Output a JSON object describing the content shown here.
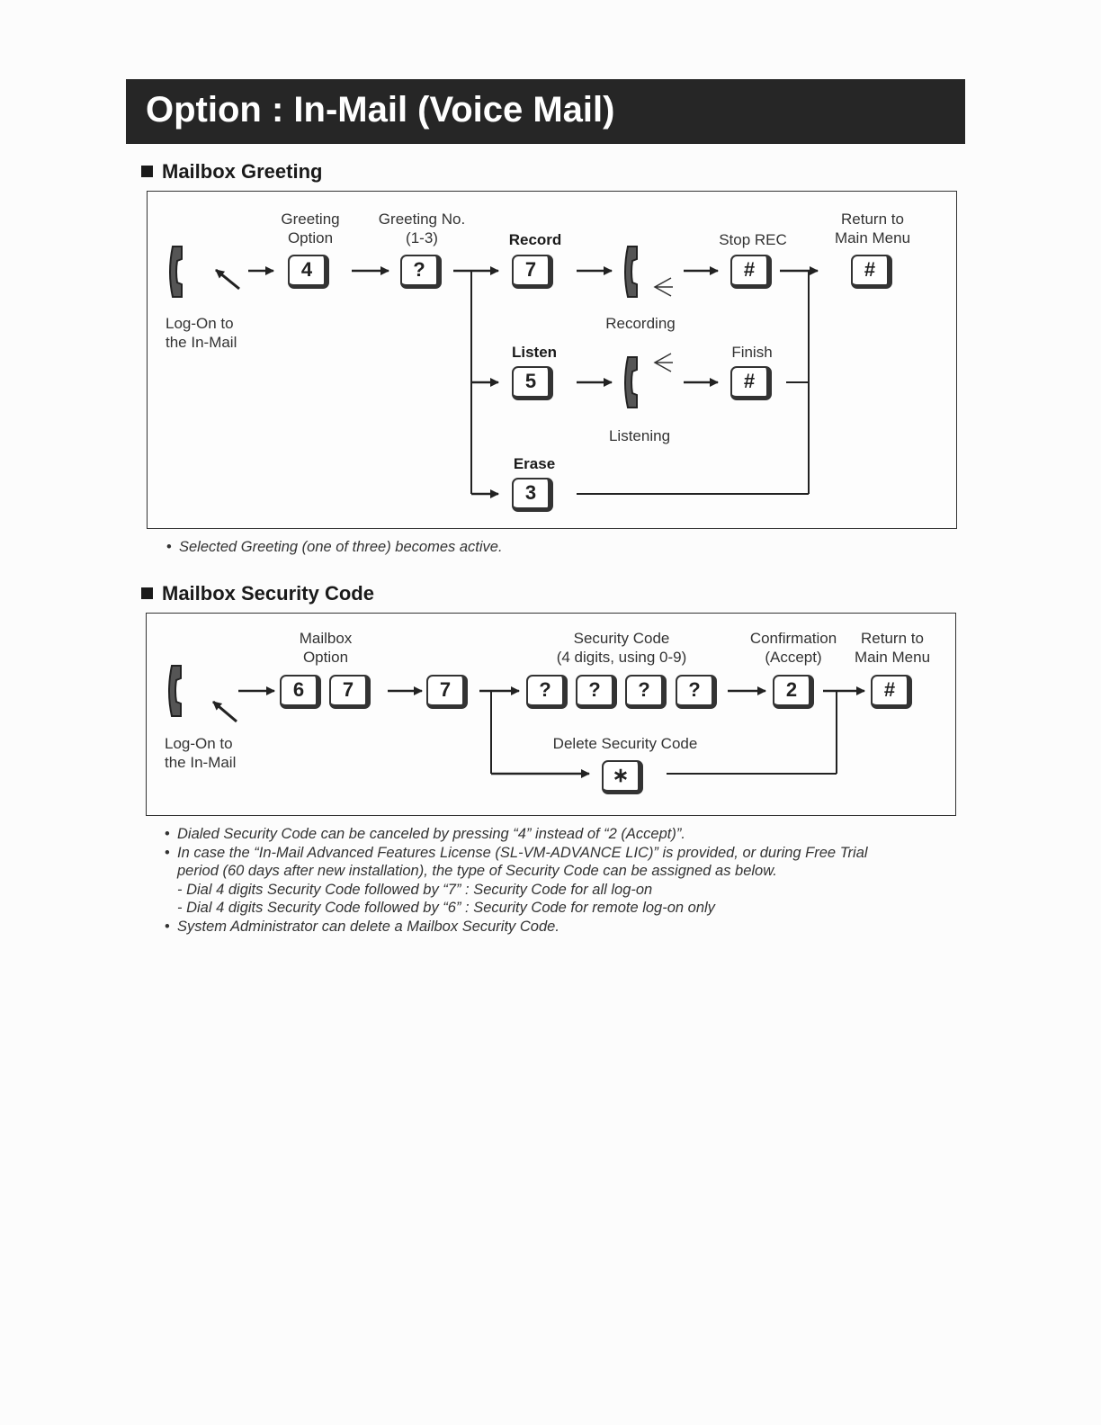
{
  "title": "Option : In-Mail (Voice Mail)",
  "greeting": {
    "heading": "Mailbox Greeting",
    "logon_label": [
      "Log-On to",
      "the In-Mail"
    ],
    "greeting_option_label": [
      "Greeting",
      "Option"
    ],
    "greeting_no_label": [
      "Greeting No.",
      "(1-3)"
    ],
    "record_label": "Record",
    "listen_label": "Listen",
    "erase_label": "Erase",
    "recording_label": "Recording",
    "listening_label": "Listening",
    "stop_rec_label": "Stop REC",
    "finish_label": "Finish",
    "return_label": [
      "Return to",
      "Main Menu"
    ],
    "keys": {
      "option": "4",
      "number": "?",
      "record": "7",
      "listen": "5",
      "erase": "3",
      "stop": "#",
      "finish": "#",
      "return": "#"
    },
    "note": "Selected Greeting (one of three) becomes active."
  },
  "security": {
    "heading": "Mailbox Security Code",
    "logon_label": [
      "Log-On to",
      "the In-Mail"
    ],
    "mailbox_option_label": [
      "Mailbox",
      "Option"
    ],
    "security_code_label": [
      "Security Code",
      "(4 digits, using 0-9)"
    ],
    "confirmation_label": [
      "Confirmation",
      "(Accept)"
    ],
    "return_label": [
      "Return to",
      "Main Menu"
    ],
    "delete_label": "Delete Security Code",
    "keys": {
      "option1": "6",
      "option2": "7",
      "sub": "7",
      "code": [
        "?",
        "?",
        "?",
        "?"
      ],
      "confirm": "2",
      "return": "#",
      "delete": "∗"
    },
    "notes": [
      "Dialed Security Code can be canceled by pressing “4” instead of “2 (Accept)”.",
      "In case the “In-Mail Advanced Features License (SL-VM-ADVANCE LIC)” is provided, or during Free Trial",
      "period (60 days after new installation), the type of Security Code can be assigned as below.",
      "- Dial 4 digits Security Code followed by “7” : Security Code for all log-on",
      "- Dial 4 digits Security Code followed by “6” : Security Code for remote log-on only",
      "System Administrator can delete a Mailbox Security Code."
    ]
  },
  "icons": [
    "handset-icon",
    "arrow-icon",
    "sound-wave-icon"
  ]
}
